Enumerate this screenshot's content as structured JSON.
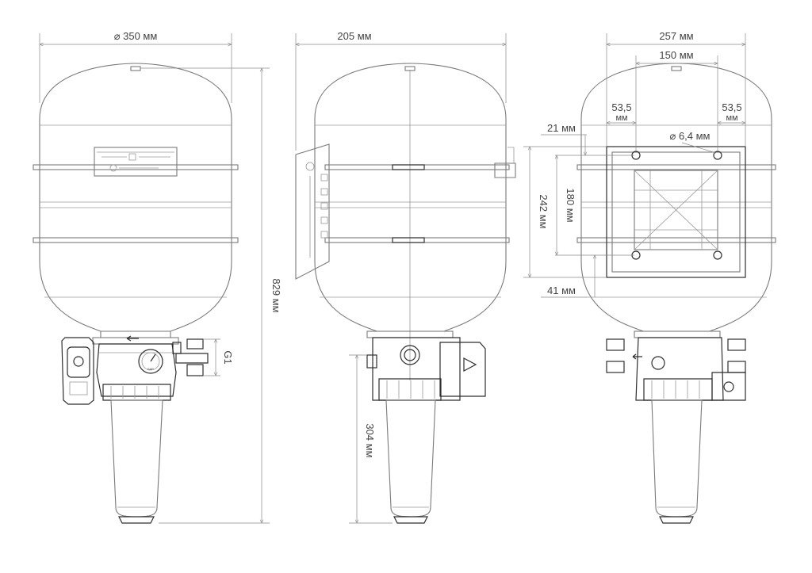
{
  "dimensions": {
    "front_diameter": "⌀ 350 мм",
    "front_height": "829 мм",
    "front_thread": "G1",
    "side_depth": "205 мм",
    "side_filter_height": "304 мм",
    "rear_width": "257 мм",
    "rear_hole_spacing_h": "150 мм",
    "rear_offset_left_value": "53,5",
    "rear_offset_left_unit": "мм",
    "rear_offset_right_value": "53,5",
    "rear_offset_right_unit": "мм",
    "rear_top_offset": "21 мм",
    "rear_hole_diameter": "⌀ 6,4 мм",
    "rear_plate_height": "242 мм",
    "rear_hole_spacing_v": "180 мм",
    "rear_bottom_offset": "41 мм"
  },
  "gauge_label": "БАР",
  "accent_colors": {
    "outline": "#7a7a7a",
    "dark_outline": "#2e2e2e",
    "dimension_text": "#444444"
  }
}
